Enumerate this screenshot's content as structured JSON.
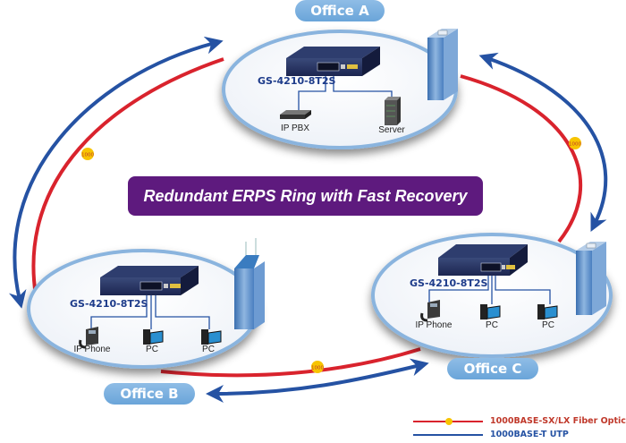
{
  "title": "Redundant ERPS Ring with Fast Recovery",
  "colors": {
    "fiber": "#d9232d",
    "utp": "#2552a3",
    "banner": "#5e1a7e",
    "office_label": "#6aa5d9",
    "model_text": "#1d3b8a",
    "badge": "#f7c400"
  },
  "offices": [
    {
      "name": "Office A",
      "switch_model": "GS-4210-8T2S",
      "devices": [
        {
          "label": "IP PBX",
          "icon": "ip-pbx-icon"
        },
        {
          "label": "Server",
          "icon": "server-icon"
        }
      ]
    },
    {
      "name": "Office B",
      "switch_model": "GS-4210-8T2S",
      "devices": [
        {
          "label": "IP Phone",
          "icon": "ip-phone-icon"
        },
        {
          "label": "PC",
          "icon": "pc-icon"
        },
        {
          "label": "PC",
          "icon": "pc-icon"
        }
      ]
    },
    {
      "name": "Office C",
      "switch_model": "GS-4210-8T2S",
      "devices": [
        {
          "label": "IP Phone",
          "icon": "ip-phone-icon"
        },
        {
          "label": "PC",
          "icon": "pc-icon"
        },
        {
          "label": "PC",
          "icon": "pc-icon"
        }
      ]
    }
  ],
  "link_badge": "1000",
  "legend": [
    {
      "label": "1000BASE-SX/LX Fiber Optic",
      "type": "fiber"
    },
    {
      "label": "1000BASE-T UTP",
      "type": "utp"
    }
  ]
}
